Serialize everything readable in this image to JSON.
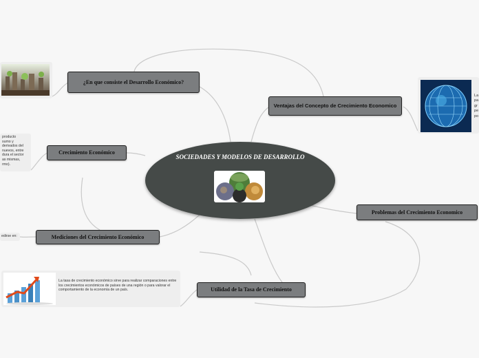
{
  "center": {
    "title": "SOCIEDADES Y MODELOS DE DESARROLLO",
    "image_icon": "development-collage"
  },
  "topics": {
    "desarrollo": "¿En que consiste el Desarrollo Económico?",
    "ventajas": "Ventajas del Concepto de Crecimiento Economico",
    "crecimiento": "Crecimiento Económico",
    "problemas": "Problemas del Crecimiento Economico",
    "mediciones": "Mediciones del Crecimiento Económico",
    "utilidad": "Utilidad de la Tasa de Crecimiento"
  },
  "notes": {
    "crecimiento_lines": [
      "producto",
      "sumo y",
      "derivados del",
      "nuevos, entre",
      "dura el sector",
      "as mismas,",
      "rmo)."
    ],
    "mediciones": "edirse en:",
    "ventajas_lines": [
      "La",
      "pa",
      "gr",
      "pe",
      "po"
    ],
    "utilidad": "La tasa de crecimiento económico sirve para realizar comparaciones entre los crecimientos económicos de países de una región o para valorar el comportamiento de la economía de un país."
  },
  "colors": {
    "center": "#454a48",
    "topic": "#7b7d7f",
    "note": "#eeeeee",
    "connector": "#c4c4c4"
  }
}
